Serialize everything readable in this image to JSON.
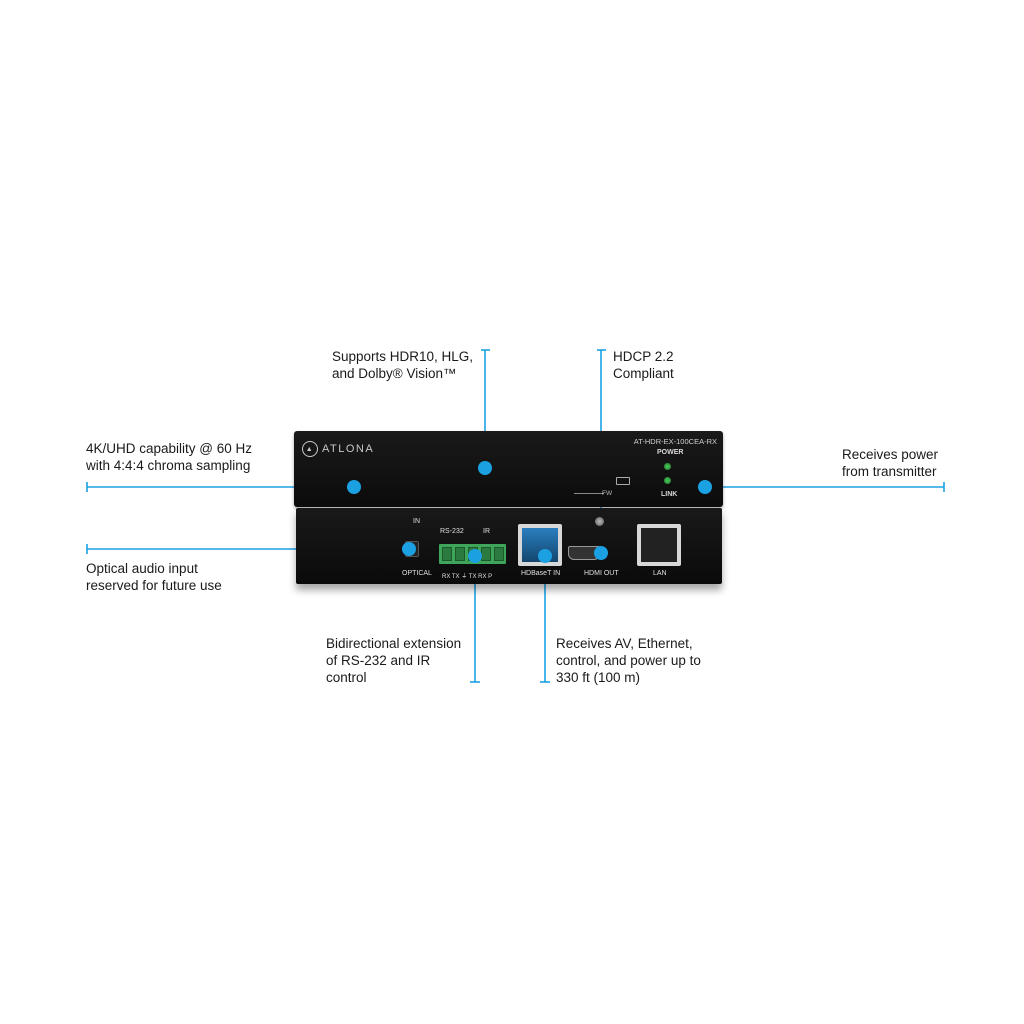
{
  "device": {
    "brand": "ATLONA",
    "model": "AT-HDR-EX-100CEA-RX",
    "leds": [
      "POWER",
      "LINK"
    ],
    "fw_label": "FW",
    "ports": {
      "optical_top": "IN",
      "optical": "OPTICAL",
      "rs232": "RS-232",
      "ir": "IR",
      "pins": "RX TX ⏚ TX RX P",
      "hdbaset": "HDBaseT IN",
      "hdmi": "HDMI OUT",
      "lan": "LAN"
    }
  },
  "callouts": {
    "hdr": [
      "Supports HDR10, HLG,",
      "and Dolby® Vision™"
    ],
    "hdcp": [
      "HDCP 2.2",
      "Compliant"
    ],
    "uhd": [
      "4K/UHD capability @ 60 Hz",
      "with 4:4:4 chroma sampling"
    ],
    "power": [
      "Receives power",
      "from transmitter"
    ],
    "optical": [
      "Optical audio input",
      "reserved for future use"
    ],
    "bidirectional": [
      "Bidirectional extension",
      "of RS-232 and IR",
      "control"
    ],
    "receives": [
      "Receives AV, Ethernet,",
      "control, and power up to",
      "330 ft (100 m)"
    ]
  },
  "colors": {
    "accent": "#1ba1e2",
    "device": "#111111",
    "led": "#3fbf52"
  }
}
